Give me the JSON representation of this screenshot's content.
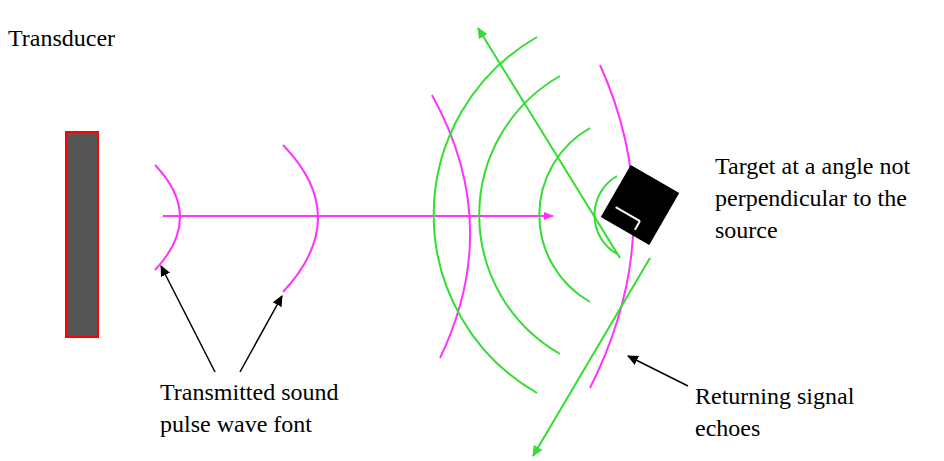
{
  "diagram": {
    "labels": [
      "Transducer",
      "Transmitted sound pulse wave font",
      "Target at a angle not perpendicular to the source",
      "Returning signal echoes"
    ]
  }
}
